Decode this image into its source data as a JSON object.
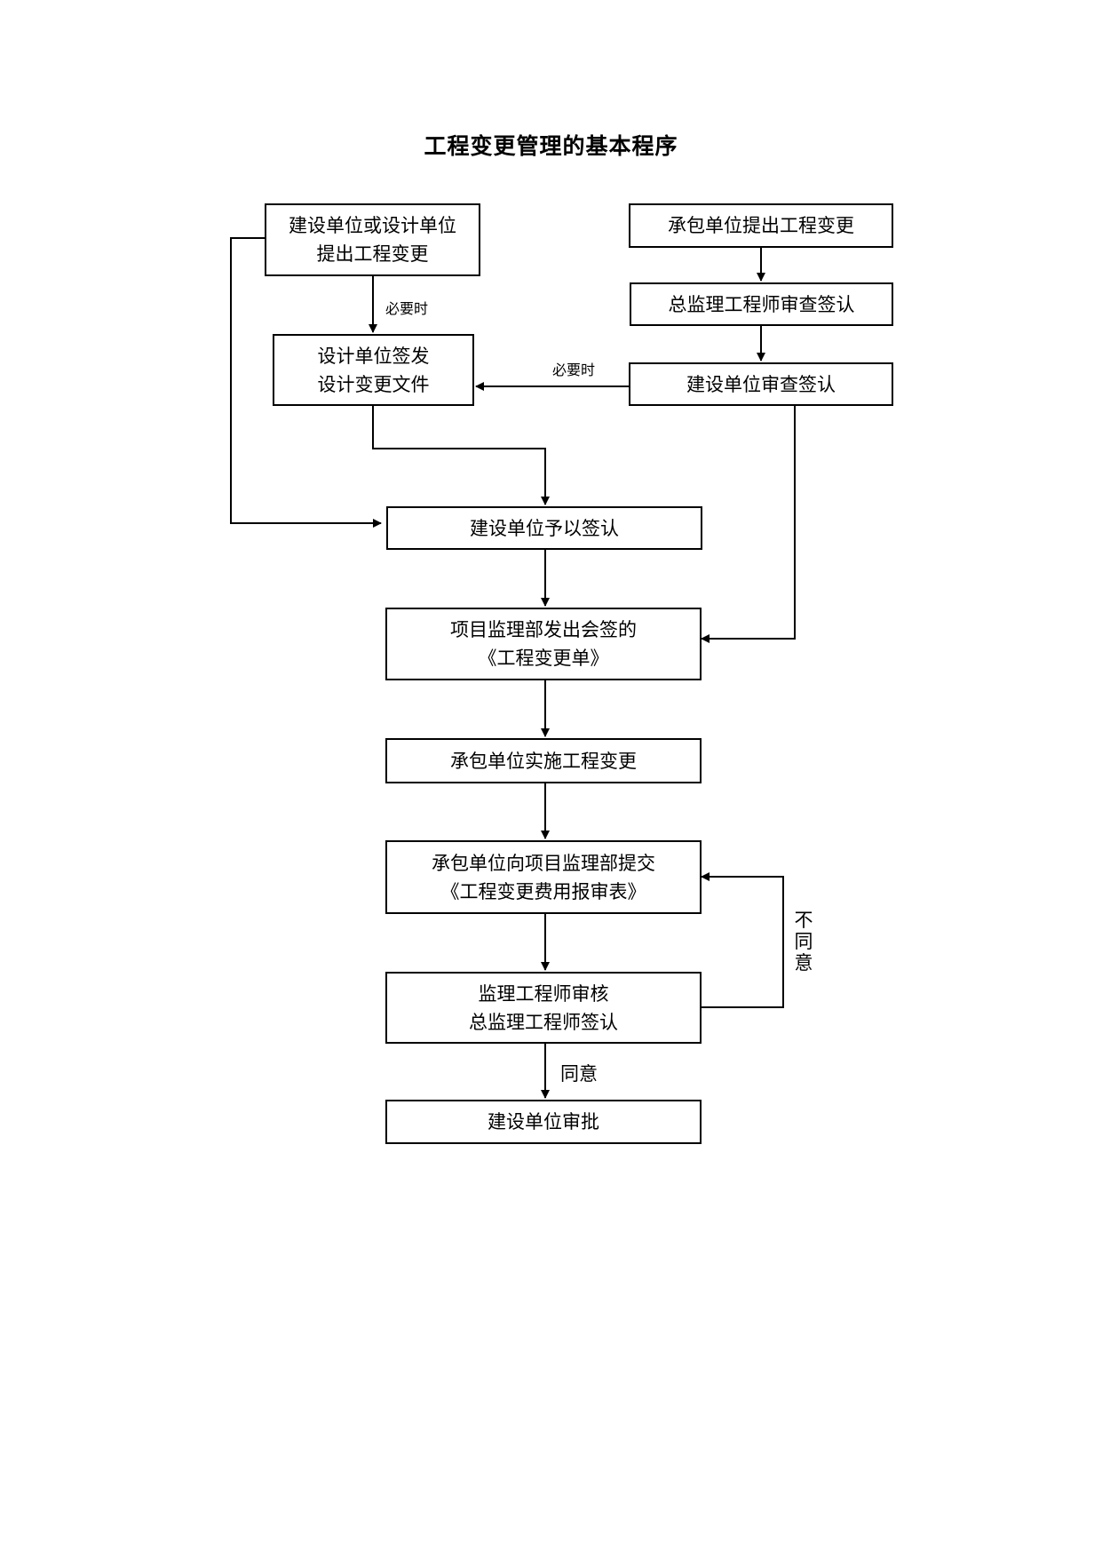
{
  "title": "工程变更管理的基本程序",
  "nodes": {
    "owner_or_designer_propose": {
      "line1": "建设单位或设计单位",
      "line2": "提出工程变更"
    },
    "contractor_propose": {
      "line1": "承包单位提出工程变更"
    },
    "chief_engineer_review": {
      "line1": "总监理工程师审查签认"
    },
    "designer_issue": {
      "line1": "设计单位签发",
      "line2": "设计变更文件"
    },
    "owner_review": {
      "line1": "建设单位审查签认"
    },
    "owner_confirm": {
      "line1": "建设单位予以签认"
    },
    "supervision_issue": {
      "line1": "项目监理部发出会签的",
      "line2": "《工程变更单》"
    },
    "contractor_implement": {
      "line1": "承包单位实施工程变更"
    },
    "contractor_submit": {
      "line1": "承包单位向项目监理部提交",
      "line2": "《工程变更费用报审表》"
    },
    "engineer_audit": {
      "line1": "监理工程师审核",
      "line2": "总监理工程师签认"
    },
    "owner_approve": {
      "line1": "建设单位审批"
    }
  },
  "edge_labels": {
    "when_necessary_1": "必要时",
    "when_necessary_2": "必要时",
    "disagree": "不同意",
    "agree": "同意"
  }
}
